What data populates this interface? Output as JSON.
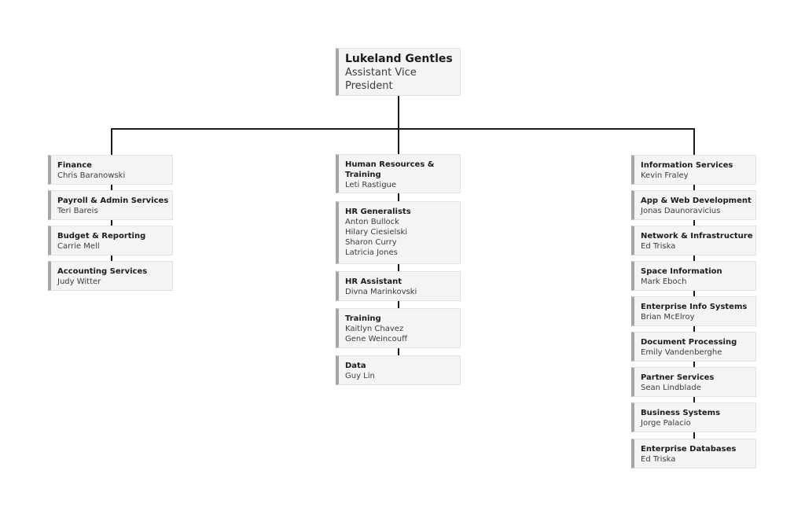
{
  "top": {
    "name": "Lukeland Gentles",
    "title": "Assistant Vice President"
  },
  "left": [
    {
      "title": "Finance",
      "people": [
        "Chris Baranowski"
      ]
    },
    {
      "title": "Payroll & Admin Services",
      "people": [
        "Teri Bareis"
      ]
    },
    {
      "title": "Budget & Reporting",
      "people": [
        "Carrie Mell"
      ]
    },
    {
      "title": "Accounting Services",
      "people": [
        "Judy Witter"
      ]
    }
  ],
  "middle": [
    {
      "title": "Human Resources & Training",
      "people": [
        "Leti Rastigue"
      ]
    },
    {
      "title": "HR Generalists",
      "people": [
        "Anton Bullock",
        "Hilary Ciesielski",
        "Sharon Curry",
        "Latricia Jones"
      ]
    },
    {
      "title": "HR Assistant",
      "people": [
        "Divna Marinkovski"
      ]
    },
    {
      "title": "Training",
      "people": [
        "Kaitlyn Chavez",
        "Gene Weincouff"
      ]
    },
    {
      "title": "Data",
      "people": [
        "Guy Lin"
      ]
    }
  ],
  "right": [
    {
      "title": "Information Services",
      "people": [
        "Kevin Fraley"
      ]
    },
    {
      "title": "App & Web Development",
      "people": [
        "Jonas Daunoravicius"
      ]
    },
    {
      "title": "Network & Infrastructure",
      "people": [
        "Ed Triska"
      ]
    },
    {
      "title": "Space Information",
      "people": [
        "Mark Eboch"
      ]
    },
    {
      "title": "Enterprise Info Systems",
      "people": [
        "Brian McElroy"
      ]
    },
    {
      "title": "Document Processing",
      "people": [
        "Emily Vandenberghe"
      ]
    },
    {
      "title": "Partner Services",
      "people": [
        "Sean Lindblade"
      ]
    },
    {
      "title": "Business Systems",
      "people": [
        "Jorge Palacio"
      ]
    },
    {
      "title": "Enterprise Databases",
      "people": [
        "Ed Triska"
      ]
    }
  ]
}
